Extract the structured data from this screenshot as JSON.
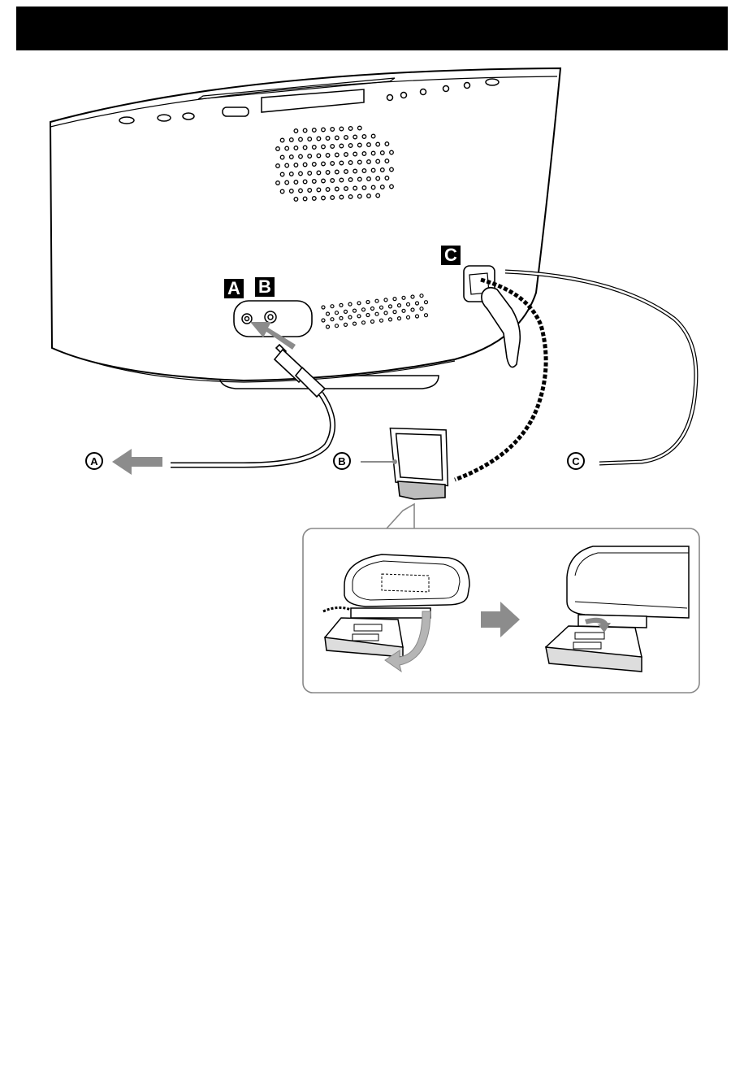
{
  "header": {
    "title": ""
  },
  "callouts": {
    "port_a": "A",
    "port_b": "B",
    "port_c": "C"
  },
  "legend": {
    "a": "A",
    "b": "B",
    "c": "C"
  },
  "colors": {
    "header_bar": "#000000",
    "arrow_gray": "#8c8c8c",
    "line": "#000000"
  }
}
